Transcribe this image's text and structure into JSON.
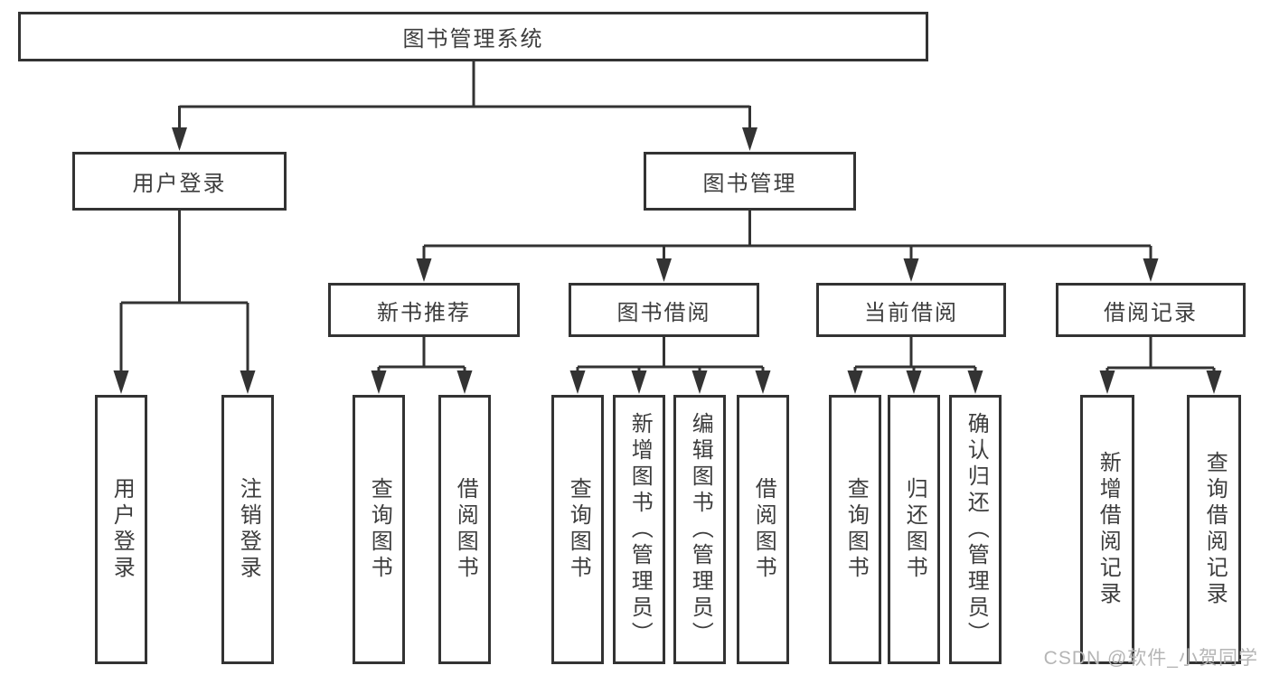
{
  "colors": {
    "line": "#333333",
    "text": "#3d3d3d",
    "box_background": "#ffffff",
    "watermark": "#b5b5b5"
  },
  "watermark": {
    "text": "CSDN @软件_小贺同学"
  },
  "tree": {
    "label": "图书管理系统",
    "children": [
      {
        "label": "用户登录",
        "children": [
          {
            "label": "用户登录"
          },
          {
            "label": "注销登录"
          }
        ]
      },
      {
        "label": "图书管理",
        "children": [
          {
            "label": "新书推荐",
            "children": [
              {
                "label": "查询图书"
              },
              {
                "label": "借阅图书"
              }
            ]
          },
          {
            "label": "图书借阅",
            "children": [
              {
                "label": "查询图书"
              },
              {
                "label": "新增图书（管理员）"
              },
              {
                "label": "编辑图书（管理员）"
              },
              {
                "label": "借阅图书"
              }
            ]
          },
          {
            "label": "当前借阅",
            "children": [
              {
                "label": "查询图书"
              },
              {
                "label": "归还图书"
              },
              {
                "label": "确认归还（管理员）"
              }
            ]
          },
          {
            "label": "借阅记录",
            "children": [
              {
                "label": "新增借阅记录"
              },
              {
                "label": "查询借阅记录"
              }
            ]
          }
        ]
      }
    ]
  }
}
